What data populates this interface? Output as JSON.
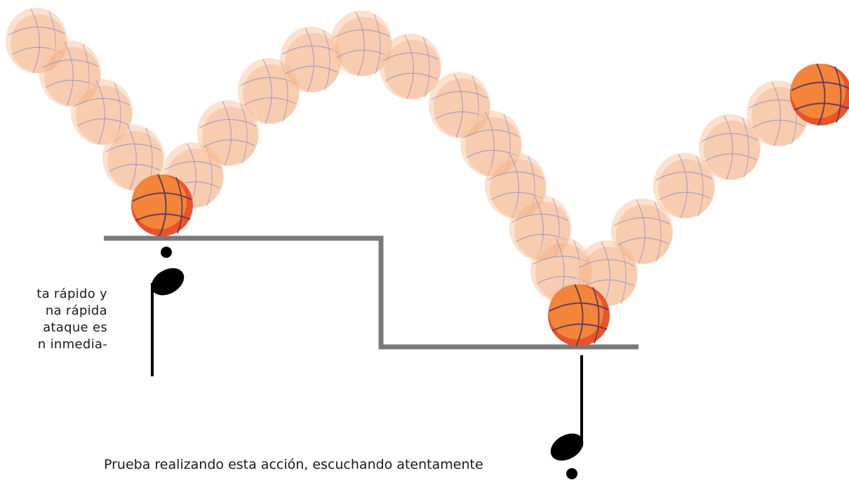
{
  "text": {
    "side_lines": [
      "ta rápido y",
      "na  rápida",
      "ataque es",
      "n inmedia-"
    ],
    "bottom_line": "Prueba realizando esta acción, escuchando atentamente"
  },
  "colors": {
    "ball_main": "#f2853a",
    "ball_shadow": "#e8542a",
    "ball_seam": "#6b3b55",
    "ghost_fill": "#f9b98f",
    "ghost_seam": "#8e8fc0",
    "floor_line": "#7a7a7a",
    "note": "#000000"
  },
  "icons": {
    "ball": "basketball-icon",
    "note": "quarter-note-icon",
    "dot": "staccato-dot-icon"
  }
}
